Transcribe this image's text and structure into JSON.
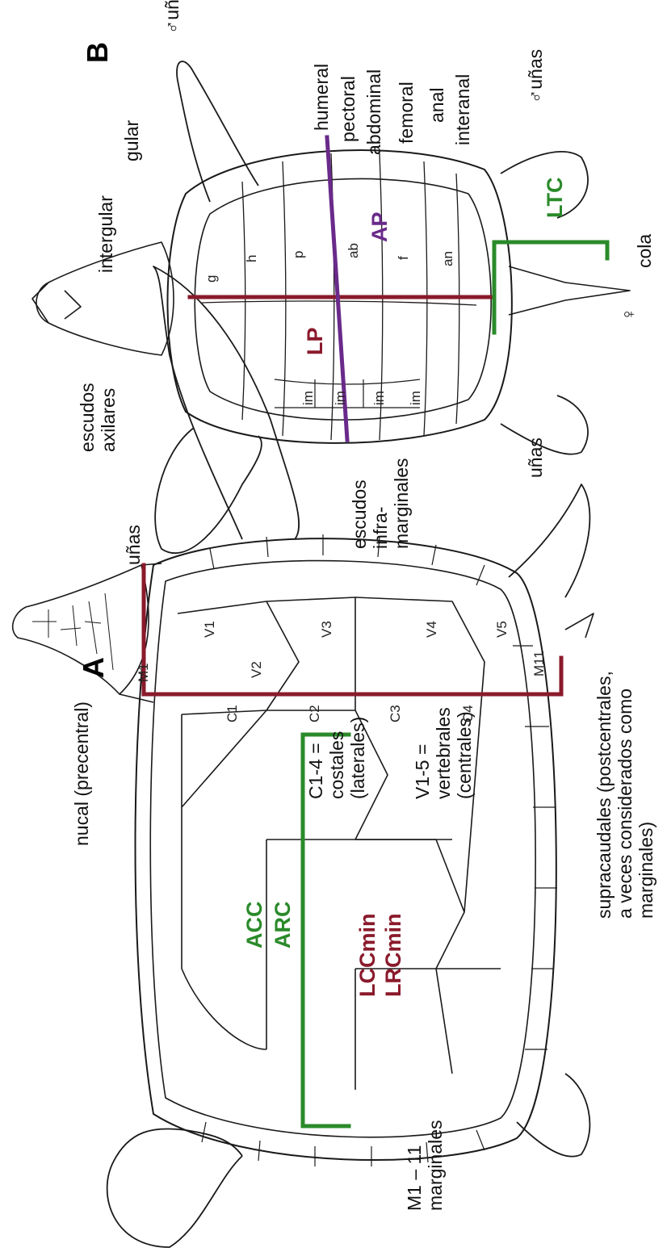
{
  "panels": {
    "a": "A",
    "b": "B"
  },
  "panel_a": {
    "labels": {
      "nucal": "nucal (precentral)",
      "c14_l1": "C1-4 =",
      "c14_l2": "costales",
      "c14_l3": "(laterales)",
      "v15_l1": "V1-5 =",
      "v15_l2": "vertebrales",
      "v15_l3": "(centrales)",
      "supra_l1": "supracaudales (postcentrales,",
      "supra_l2": "a veces considerados como",
      "supra_l3": "marginales)",
      "marg_l1": "M1 – 11",
      "marg_l2": "marginales",
      "m1": "M1",
      "m11": "M11"
    },
    "scutes": [
      "V1",
      "V2",
      "V3",
      "V4",
      "V5",
      "C1",
      "C2",
      "C3",
      "C4"
    ],
    "measures": {
      "acc": "ACC",
      "arc": "ARC",
      "lccmin": "LCCmin",
      "lrcmin": "LRCmin"
    }
  },
  "panel_b": {
    "labels": {
      "intergular": "intergular",
      "gular": "gular",
      "humeral": "humeral",
      "pectoral": "pectoral",
      "abdominal": "abdominal",
      "femoral": "femoral",
      "anal": "anal",
      "interanal": "interanal",
      "unas_top": "uñas",
      "unas_right": "uñas",
      "unas_left": "uñas",
      "unas_bottom": "uñas",
      "cola": "cola",
      "axil_l1": "escudos",
      "axil_l2": "axilares",
      "infra_l1": "escudos",
      "infra_l2": "infra-",
      "infra_l3": "marginales",
      "male1": "♂",
      "male2": "♂",
      "female": "♀"
    },
    "scutes": [
      "g",
      "h",
      "p",
      "ab",
      "f",
      "an",
      "im",
      "im",
      "im",
      "im"
    ],
    "measures": {
      "lp": "LP",
      "ap": "AP",
      "ltc": "LTC"
    }
  },
  "colors": {
    "red": "#8a1a2b",
    "green": "#2a8a2a",
    "purple": "#6a2a8a",
    "outline": "#1a1a1a"
  }
}
